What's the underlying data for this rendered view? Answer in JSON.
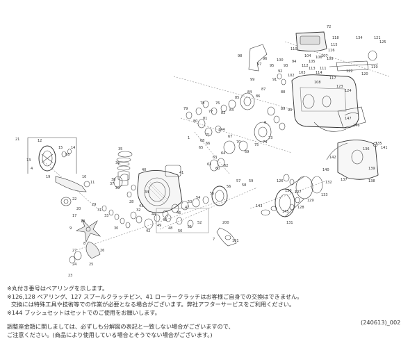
{
  "part_numbers": [
    "1",
    "4",
    "6",
    "7",
    "8",
    "9",
    "10",
    "11",
    "12",
    "13",
    "14",
    "15",
    "16",
    "17",
    "18",
    "19",
    "20",
    "21",
    "22",
    "23",
    "24",
    "25",
    "26",
    "27",
    "28",
    "29",
    "30",
    "31",
    "32",
    "33",
    "34",
    "35",
    "36",
    "37",
    "38",
    "39",
    "40",
    "41",
    "42",
    "43",
    "44",
    "45",
    "46",
    "47",
    "48",
    "49",
    "50",
    "51",
    "52",
    "53",
    "54",
    "55",
    "56",
    "57",
    "58",
    "59",
    "60",
    "61",
    "62",
    "63",
    "64",
    "65",
    "66",
    "67",
    "68",
    "69",
    "70",
    "71",
    "72",
    "73",
    "74",
    "75",
    "76",
    "77",
    "78",
    "79",
    "80",
    "81",
    "82",
    "83",
    "84",
    "85",
    "86",
    "87",
    "88",
    "89",
    "90",
    "91",
    "92",
    "93",
    "94",
    "95",
    "96",
    "97",
    "98",
    "99",
    "100",
    "101",
    "102",
    "103",
    "104",
    "105",
    "106",
    "107",
    "108",
    "109",
    "110",
    "111",
    "112",
    "113",
    "114",
    "115",
    "116",
    "117",
    "118",
    "119",
    "120",
    "121",
    "122",
    "123",
    "124",
    "125",
    "126",
    "127",
    "128",
    "129",
    "130",
    "131",
    "132",
    "133",
    "134",
    "135",
    "136",
    "137",
    "138",
    "139",
    "140",
    "141",
    "142",
    "143",
    "144",
    "145",
    "146",
    "147",
    "200"
  ],
  "notes": {
    "line1": "※丸付き番号はベアリングを示します。",
    "line2": "※126,128 ベアリング、127 スプールクラッチピン、41 ローラークラッチはお客様ご自身での交換はできません。",
    "line3": "交換には特殊工具や技術等での作業が必要となる場合がございます。弊社アフターサービスをご利用ください。",
    "line4": "※144 ブッシュセットはセットでのご使用をお願いします。",
    "line5": "調整座金類に関しましては、必ずしも分解図の表記と一致しない場合がございますので、",
    "line6": "ご注意ください。(商品により使用している場合とそうでない場合がございます。)"
  },
  "code": "(240613)_002"
}
